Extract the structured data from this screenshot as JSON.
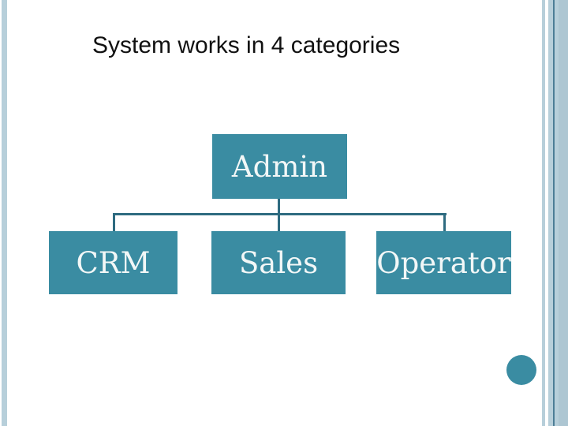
{
  "slide": {
    "title": "System works in 4 categories",
    "org_chart": {
      "type": "hierarchy",
      "root": {
        "label": "Admin"
      },
      "children": [
        {
          "label": "CRM"
        },
        {
          "label": "Sales"
        },
        {
          "label": "Operator"
        }
      ]
    },
    "colors": {
      "background": "#ffffff",
      "title_text": "#111111",
      "node_fill": "#3a8ca2",
      "node_text": "#f2f7f7",
      "connector_line": "#2e6b80",
      "edge_stripe_light": "#b7cfda",
      "edge_stripe_dark_line": "#4d7d96",
      "edge_stripe_right_band": "#adc6d2",
      "accent_circle": "#3a8ca2"
    }
  }
}
